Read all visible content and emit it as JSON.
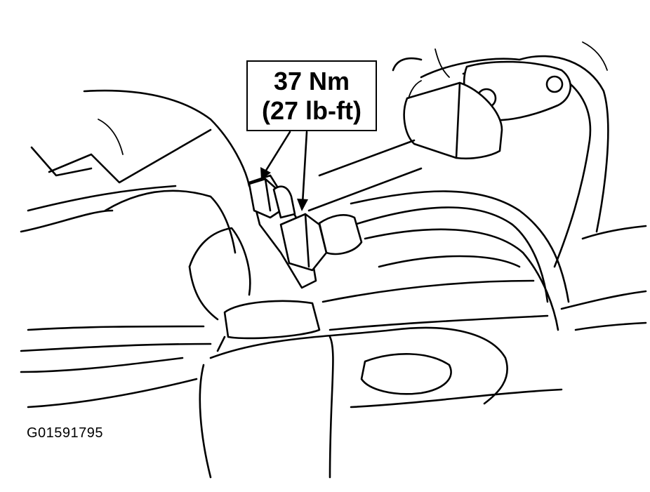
{
  "callout": {
    "torque_metric": "37 Nm",
    "torque_imperial": "(27 lb-ft)"
  },
  "figure_code": "G01591795"
}
